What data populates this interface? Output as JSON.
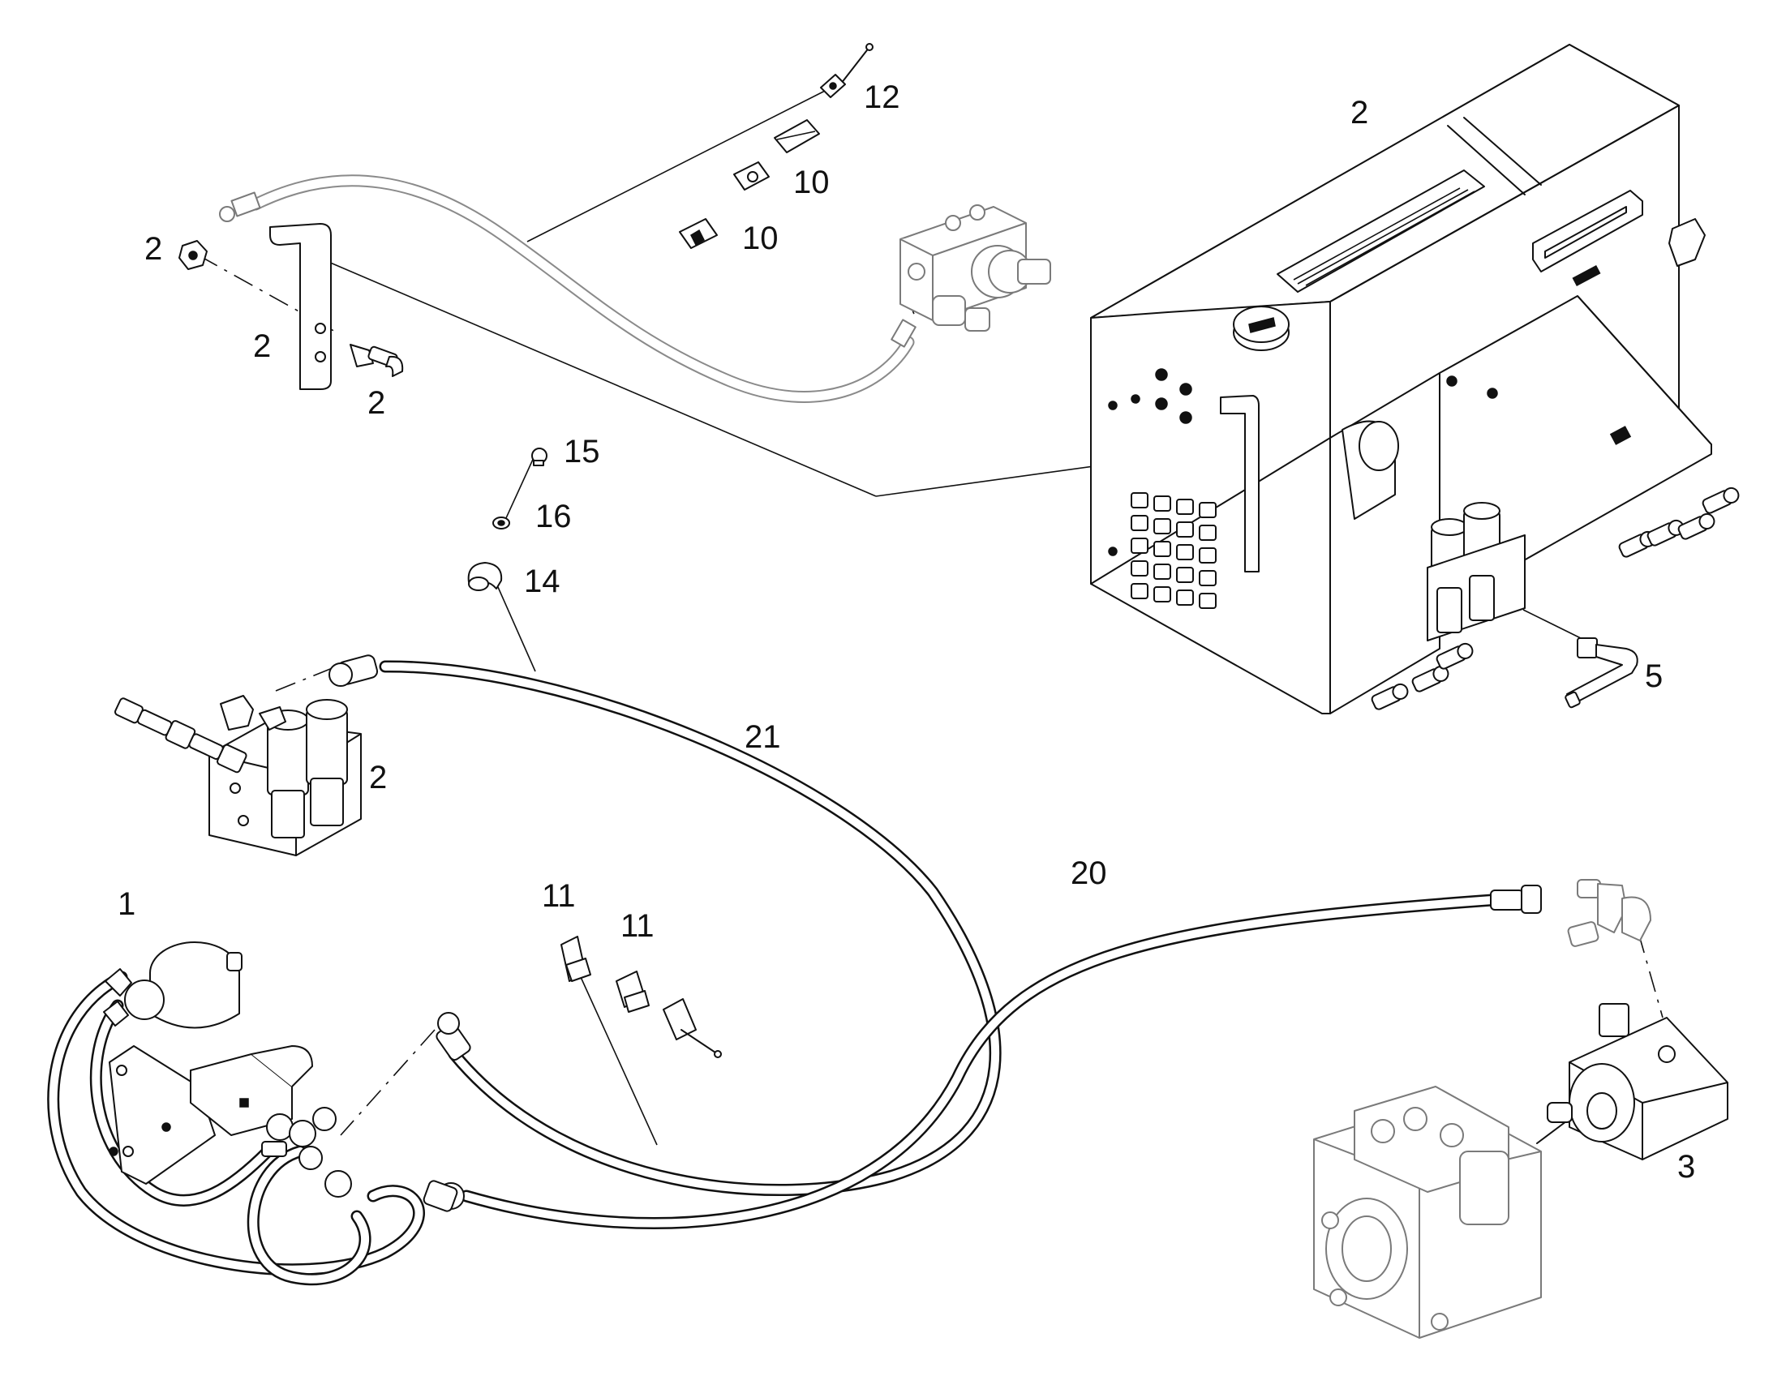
{
  "callouts": {
    "c12": "12",
    "c2_tank": "2",
    "c10a": "10",
    "c10b": "10",
    "c2_left_fitting": "2",
    "c2_bracket": "2",
    "c2_elbow": "2",
    "c15": "15",
    "c16": "16",
    "c14": "14",
    "c5": "5",
    "c21": "21",
    "c2_valve": "2",
    "c20": "20",
    "c1": "1",
    "c11a": "11",
    "c11b": "11",
    "c3": "3"
  }
}
